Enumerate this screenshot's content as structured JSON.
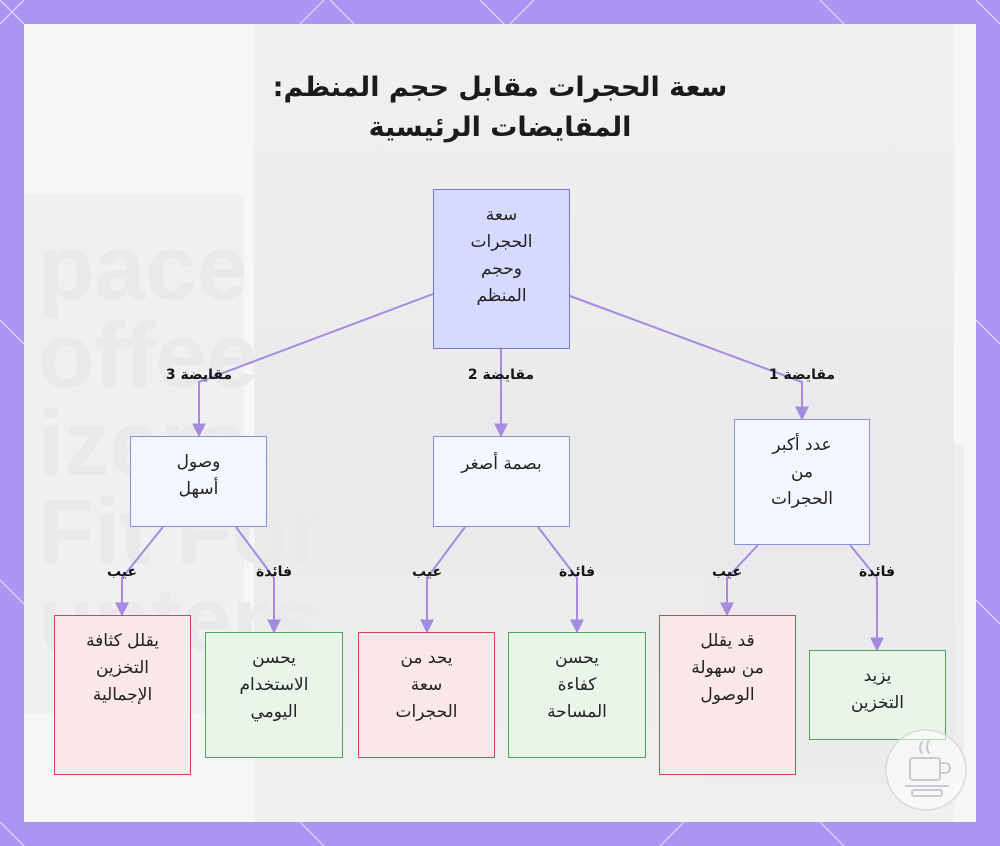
{
  "title": {
    "line1": "سعة الحجرات مقابل حجم المنظم:",
    "line2": "المقايضات الرئيسية"
  },
  "background_watermark": [
    "pace",
    "offee",
    "izers",
    "Fit For",
    "unters"
  ],
  "nodes": {
    "root": "سعة\nالحجرات\nوحجم\nالمنظم",
    "tradeoff1": "عدد أكبر\nمن\nالحجرات",
    "tradeoff2": "بصمة أصغر",
    "tradeoff3": "وصول\nأسهل",
    "t1_pro": "يزيد\nالتخزين",
    "t1_con": "قد يقلل\nمن سهولة\nالوصول",
    "t2_pro": "يحسن\nكفاءة\nالمساحة",
    "t2_con": "يحد من\nسعة\nالحجرات",
    "t3_pro": "يحسن\nالاستخدام\nاليومي",
    "t3_con": "يقلل كثافة\nالتخزين\nالإجمالية"
  },
  "edge_labels": {
    "tradeoff1": "مقايضة 1",
    "tradeoff2": "مقايضة 2",
    "tradeoff3": "مقايضة 3",
    "pro": "فائدة",
    "con": "عيب"
  },
  "colors": {
    "frame": "#a896f2",
    "edge": "#a48be0",
    "root_fill": "#d6dafe",
    "mid_fill": "#f4f6fe",
    "pro_fill": "#e8f5e8",
    "pro_border": "#4ea55a",
    "con_fill": "#fae7ea",
    "con_border": "#cf4457"
  },
  "icons": [
    "coffee-cup-logo-icon"
  ]
}
